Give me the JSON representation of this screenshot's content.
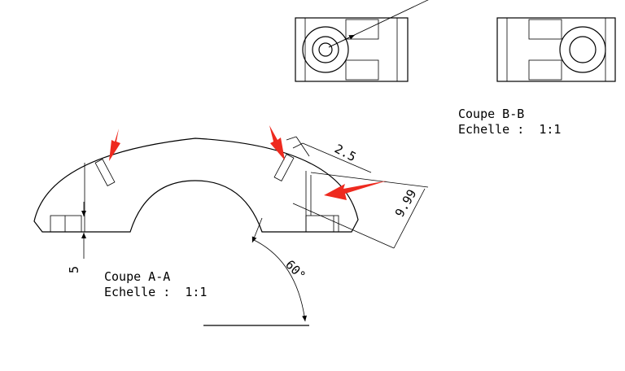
{
  "section_a": {
    "title": "Coupe A-A",
    "scale": "Echelle :  1:1"
  },
  "section_b": {
    "title": "Coupe B-B",
    "scale": "Echelle :  1:1"
  },
  "dimensions": {
    "slot_width": "2.5",
    "slot_depth": "9.99",
    "base_height": "5",
    "angle": "60°"
  },
  "colors": {
    "annotation_arrow": "#ee2a1f",
    "line": "#000000"
  }
}
